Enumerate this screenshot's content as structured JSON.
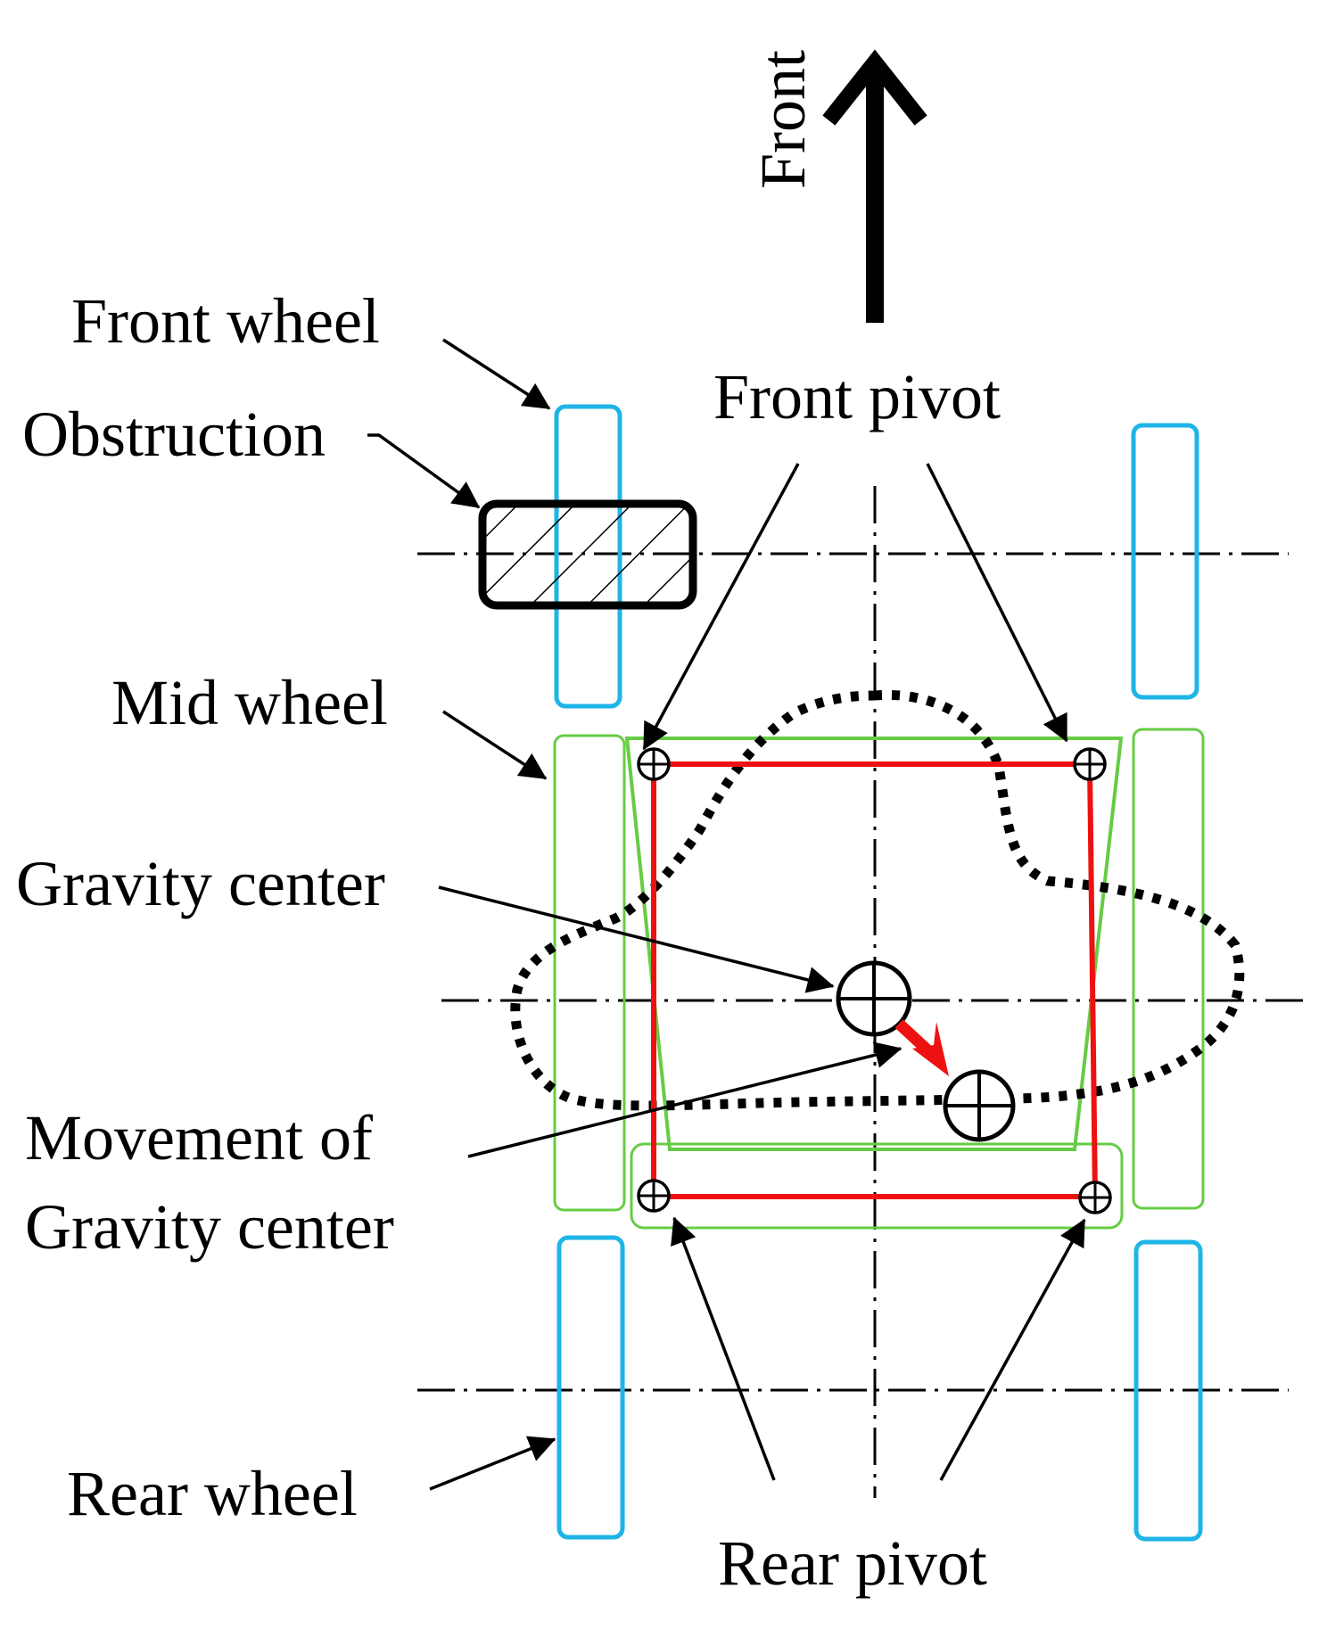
{
  "labels": {
    "front": "Front",
    "front_wheel": "Front wheel",
    "obstruction": "Obstruction",
    "front_pivot": "Front pivot",
    "mid_wheel": "Mid wheel",
    "gravity_center": "Gravity center",
    "movement_line1": "Movement of",
    "movement_line2": "Gravity center",
    "rear_wheel": "Rear wheel",
    "rear_pivot": "Rear pivot"
  },
  "colors": {
    "wheel_outline": "#1fb4e8",
    "mid_wheel_outline": "#66cc44",
    "frame": "#ee1111",
    "movement_arrow": "#ee1111",
    "ink": "#000000"
  },
  "icons": {
    "pivot": "circle-cross-icon",
    "gravity_center": "circle-cross-icon",
    "direction": "arrow-up-icon"
  }
}
